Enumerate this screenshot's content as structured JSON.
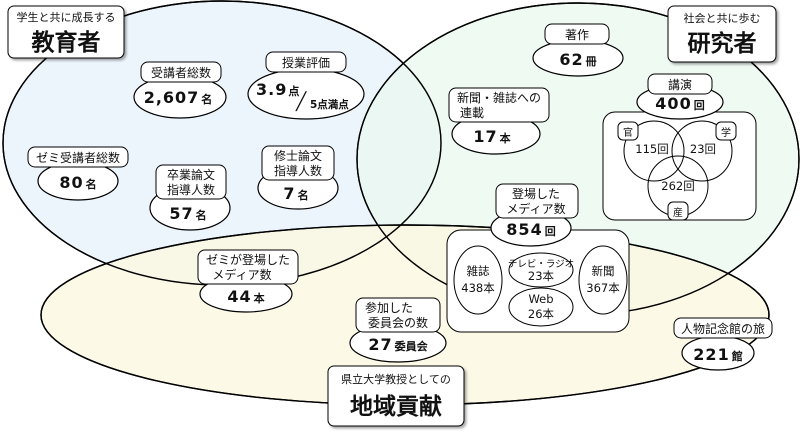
{
  "colors": {
    "education_fill": "#eaf3fb",
    "research_fill": "#e8f8ee",
    "community_fill": "#fcf7df",
    "outline": "#000000"
  },
  "headings": {
    "education": {
      "sub": "学生と共に成長する",
      "main": "教育者"
    },
    "research": {
      "sub": "社会と共に歩む",
      "main": "研究者"
    },
    "community": {
      "sub": "県立大学教授としての",
      "main": "地域貢献"
    }
  },
  "stats": {
    "attendees": {
      "label": "受講者総数",
      "value": "2,607",
      "unit": "名"
    },
    "evaluation": {
      "label": "授業評価",
      "value": "3.9",
      "unit": "点",
      "slash": "╱",
      "max": "5点満点"
    },
    "seminar": {
      "label": "ゼミ受講者総数",
      "value": "80",
      "unit": "名"
    },
    "thesis": {
      "label1": "卒業論文",
      "label2": "指導人数",
      "value": "57",
      "unit": "名"
    },
    "master": {
      "label1": "修士論文",
      "label2": "指導人数",
      "value": "7",
      "unit": "名"
    },
    "books": {
      "label": "著作",
      "value": "62",
      "unit": "冊"
    },
    "serials": {
      "label1": "新聞・雑誌への",
      "label2": "連載",
      "value": "17",
      "unit": "本"
    },
    "lectures": {
      "label": "講演",
      "value": "400",
      "unit": "回"
    },
    "media": {
      "label1": "登場した",
      "label2": "メディア数",
      "value": "854",
      "unit": "回"
    },
    "seminar_media": {
      "label1": "ゼミが登場した",
      "label2": "メディア数",
      "value": "44",
      "unit": "本"
    },
    "committees": {
      "label1": "参加した",
      "label2": "委員会の数",
      "value": "27",
      "unit": "委員会"
    },
    "tour": {
      "label": "人物記念館の旅",
      "value": "221",
      "unit": "館"
    }
  },
  "lecture_venn": {
    "government": "官",
    "academia": "学",
    "industry": "産",
    "gov_count": "115回",
    "acad_count": "23回",
    "ind_count": "262回"
  },
  "media_breakdown": {
    "magazine": {
      "name": "雑誌",
      "value": "438本"
    },
    "tvradio": {
      "name": "テレビ・ラジオ",
      "value": "23本"
    },
    "newspaper": {
      "name": "新聞",
      "value": "367本"
    },
    "web": {
      "name": "Web",
      "value": "26本"
    }
  }
}
